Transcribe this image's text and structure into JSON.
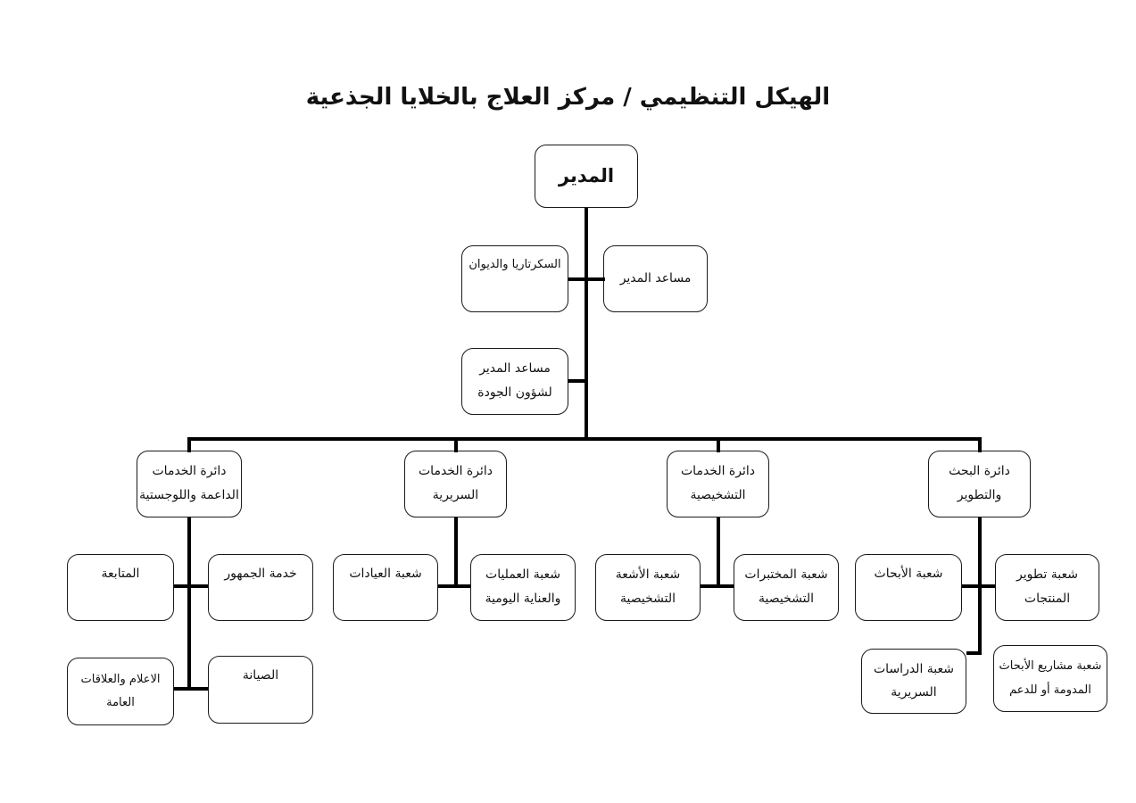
{
  "title": "الهيكل التنظيمي / مركز العلاج بالخلايا الجذعية",
  "org": {
    "root": {
      "label": "المدير"
    },
    "staff": {
      "secretariat": {
        "label": "السكرتاريا والديوان"
      },
      "assistant": {
        "label": "مساعد المدير"
      },
      "quality": {
        "line1": "مساعد المدير",
        "line2": "لشؤون الجودة"
      }
    },
    "departments": [
      {
        "id": "support-logistics",
        "line1": "دائرة الخدمات",
        "line2": "الداعمة واللوجستية",
        "children": [
          {
            "id": "followup",
            "label": "المتابعة"
          },
          {
            "id": "public-service",
            "label": "خدمة الجمهور"
          },
          {
            "id": "media-pr",
            "line1": "الاعلام والعلاقات",
            "line2": "العامة"
          },
          {
            "id": "maintenance",
            "label": "الصيانة"
          }
        ]
      },
      {
        "id": "clinical-services",
        "line1": "دائرة الخدمات",
        "line2": "السريرية",
        "children": [
          {
            "id": "clinics",
            "label": "شعبة العيادات"
          },
          {
            "id": "operations-daily-care",
            "line1": "شعبة العمليات",
            "line2": "والعناية اليومية"
          }
        ]
      },
      {
        "id": "diagnostic-services",
        "line1": "دائرة الخدمات",
        "line2": "التشخيصية",
        "children": [
          {
            "id": "diagnostic-radiology",
            "line1": "شعبة الأشعة",
            "line2": "التشخيصية"
          },
          {
            "id": "diagnostic-labs",
            "line1": "شعبة المختبرات",
            "line2": "التشخيصية"
          }
        ]
      },
      {
        "id": "research-development",
        "line1": "دائرة البحث",
        "line2": "والتطوير",
        "children": [
          {
            "id": "research",
            "label": "شعبة الأبحاث"
          },
          {
            "id": "product-development",
            "line1": "شعبة تطوير",
            "line2": "المنتجات"
          },
          {
            "id": "clinical-studies",
            "line1": "شعبة الدراسات",
            "line2": "السريرية"
          },
          {
            "id": "funded-projects",
            "line1": "شعبة مشاريع الأبحاث",
            "line2": "المدومة أو للدعم"
          }
        ]
      }
    ]
  },
  "colors": {
    "connector": "#000000",
    "box_border": "#1a1a1a",
    "box_background": "#ffffff",
    "page_background": "#ffffff",
    "text": "#111111"
  }
}
